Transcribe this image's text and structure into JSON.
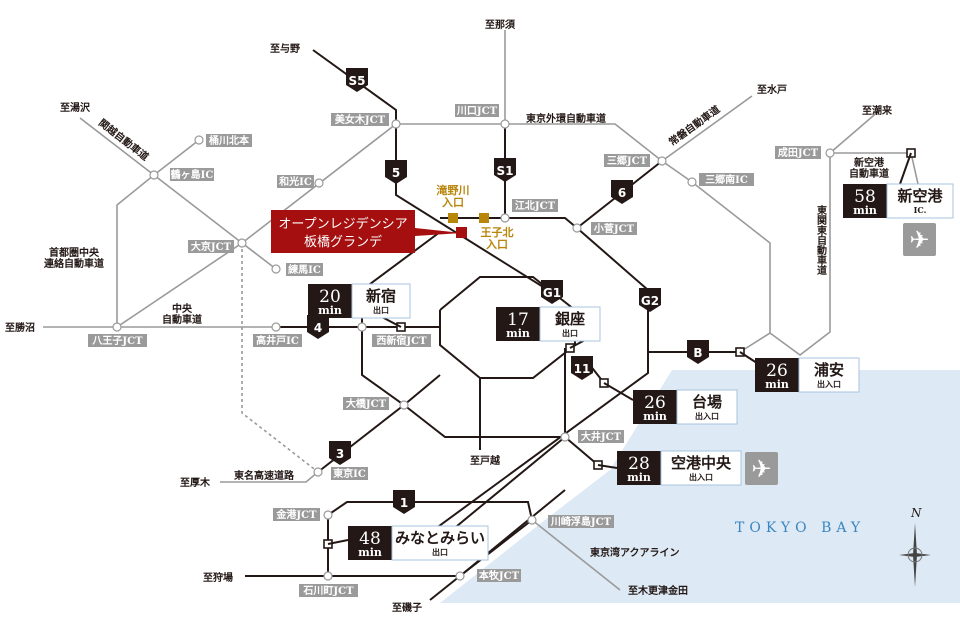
{
  "property": {
    "line1": "オープンレジデンシア",
    "line2": "板橋グランデ"
  },
  "entrances": [
    {
      "line1": "滝野川",
      "line2": "入口"
    },
    {
      "line1": "王子北",
      "line2": "入口"
    }
  ],
  "junctions": [
    "美女木JCT",
    "川口JCT",
    "桶川北本",
    "鶴ヶ島IC",
    "和光IC",
    "大京JCT",
    "練馬IC",
    "江北JCT",
    "三郷JCT",
    "三郷南IC",
    "小菅JCT",
    "成田JCT",
    "八王子JCT",
    "高井戸IC",
    "西新宿JCT",
    "大橋JCT",
    "東京IC",
    "大井JCT",
    "川崎浮島JCT",
    "金港JCT",
    "石川町JCT",
    "本牧JCT"
  ],
  "directions": [
    "至与野",
    "至湯沢",
    "至那須",
    "至水戸",
    "至潮来",
    "至勝沼",
    "至厚木",
    "至戸越",
    "至狩場",
    "至磯子",
    "至木更津金田"
  ],
  "roads": {
    "gaikan": "東京外環自動車道",
    "aqualine": "東京湾アクアライン",
    "tomei": "東名高速道路",
    "chuo": [
      "中央",
      "自動車道"
    ],
    "kenou": [
      "首都圏中央",
      "連絡自動車道"
    ],
    "shinkuko": [
      "新空港",
      "自動車道"
    ],
    "kanetsu": "関越自動車道",
    "joban": "常磐自動車道",
    "higashikanto": "東関東自動車道"
  },
  "shields": [
    "S5",
    "5",
    "S1",
    "6",
    "G1",
    "G2",
    "4",
    "B",
    "11",
    "3",
    "1"
  ],
  "exits": [
    {
      "time": "20",
      "unit": "min",
      "name": "新宿",
      "sub": "出口"
    },
    {
      "time": "17",
      "unit": "min",
      "name": "銀座",
      "sub": "出口"
    },
    {
      "time": "26",
      "unit": "min",
      "name": "台場",
      "sub": "出入口"
    },
    {
      "time": "26",
      "unit": "min",
      "name": "浦安",
      "sub": "出入口"
    },
    {
      "time": "28",
      "unit": "min",
      "name": "空港中央",
      "sub": "出入口"
    },
    {
      "time": "58",
      "unit": "min",
      "name": "新空港",
      "sub": "IC."
    },
    {
      "time": "48",
      "unit": "min",
      "name": "みなとみらい",
      "sub": "出口"
    }
  ],
  "bay_label": "TOKYO BAY",
  "compass": "N",
  "colors": {
    "property": "#a50f0f",
    "entrance": "#b8860b",
    "water": "#dde9f5",
    "road": "#231815",
    "outer_road": "#9a9a9a",
    "bay_text": "#3a86c0"
  }
}
